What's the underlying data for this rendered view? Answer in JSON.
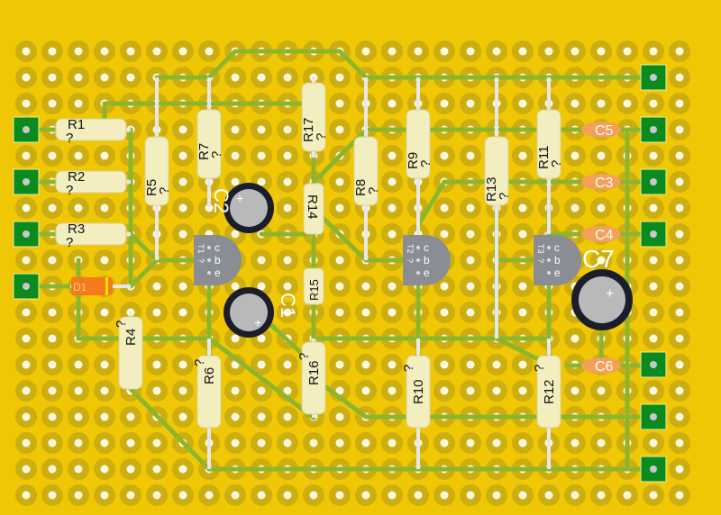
{
  "board": {
    "colors": {
      "board": "#efc704",
      "hole_ring": "#cdae10",
      "track": "#8db52c",
      "pad": "#0b8a1f",
      "resistor": "#f2eec0",
      "ceramic": "#f2a05a",
      "diode": "#f47a1c"
    },
    "resistors": [
      {
        "ref": "R1",
        "value": "?"
      },
      {
        "ref": "R2",
        "value": "?"
      },
      {
        "ref": "R3",
        "value": "?"
      },
      {
        "ref": "R4",
        "value": "?"
      },
      {
        "ref": "R5",
        "value": "?"
      },
      {
        "ref": "R6",
        "value": "?"
      },
      {
        "ref": "R7",
        "value": "?"
      },
      {
        "ref": "R8",
        "value": "?"
      },
      {
        "ref": "R9",
        "value": "?"
      },
      {
        "ref": "R10",
        "value": "?"
      },
      {
        "ref": "R11",
        "value": "?"
      },
      {
        "ref": "R12",
        "value": "?"
      },
      {
        "ref": "R13",
        "value": "?"
      },
      {
        "ref": "R14",
        "value": ""
      },
      {
        "ref": "R15",
        "value": ""
      },
      {
        "ref": "R16",
        "value": "?"
      },
      {
        "ref": "R17",
        "value": "?"
      }
    ],
    "transistors": [
      {
        "ref": "T1",
        "value": "?",
        "pins": [
          "c",
          "b",
          "e"
        ]
      },
      {
        "ref": "T2",
        "value": "?",
        "pins": [
          "c",
          "b",
          "e"
        ]
      },
      {
        "ref": "T3",
        "value": "?",
        "pins": [
          "c",
          "b",
          "e"
        ]
      }
    ],
    "electrolytics": [
      {
        "ref": "C2",
        "polarity": "+"
      },
      {
        "ref": "C1",
        "polarity": "+"
      },
      {
        "ref": "C7",
        "polarity": "+"
      }
    ],
    "ceramics": [
      {
        "ref": "C5"
      },
      {
        "ref": "C3"
      },
      {
        "ref": "C4"
      },
      {
        "ref": "C6"
      }
    ],
    "diode": {
      "ref": "D1"
    }
  }
}
